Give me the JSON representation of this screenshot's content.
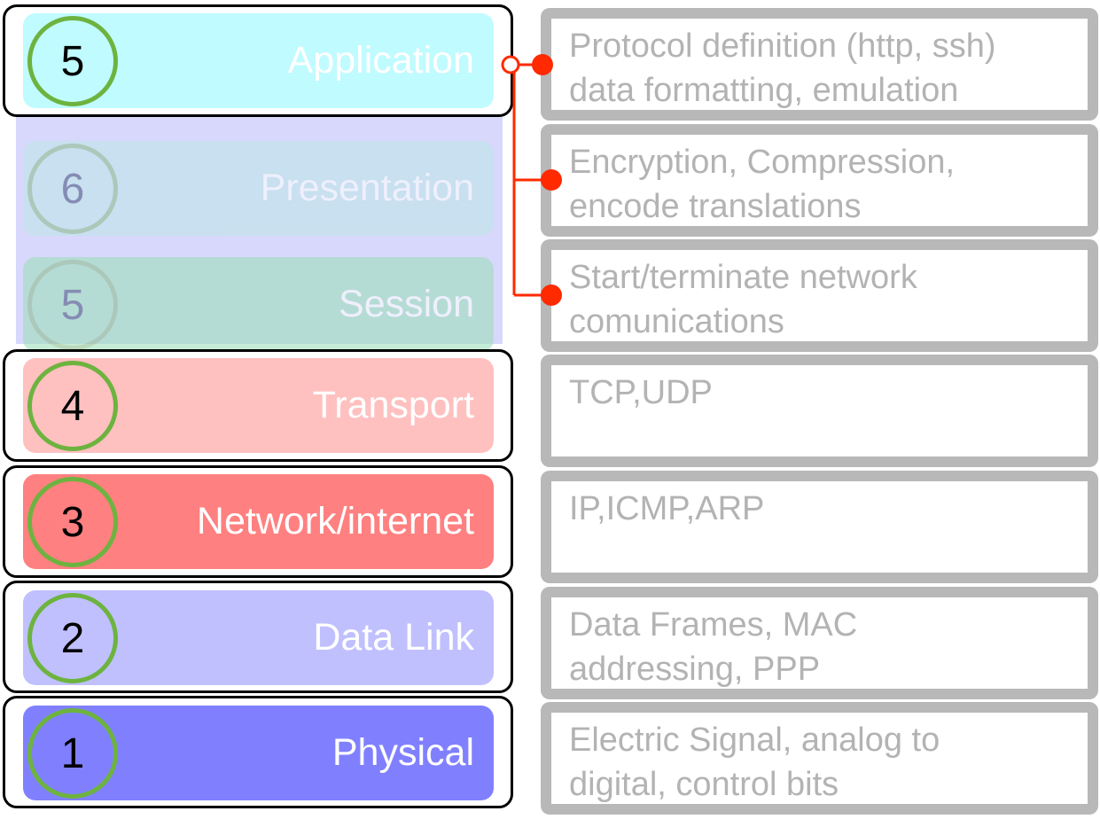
{
  "layers": [
    {
      "number": "5",
      "label": "Application",
      "color": "#c0fbff",
      "faded": false
    },
    {
      "number": "6",
      "label": "Presentation",
      "color": "#bfe6e8",
      "faded": true
    },
    {
      "number": "5",
      "label": "Session",
      "color": "#9fe0bb",
      "faded": true
    },
    {
      "number": "4",
      "label": "Transport",
      "color": "#ffc0c0",
      "faded": false
    },
    {
      "number": "3",
      "label": "Network/internet",
      "color": "#ff8080",
      "faded": false
    },
    {
      "number": "2",
      "label": "Data Link",
      "color": "#c0c0ff",
      "faded": false
    },
    {
      "number": "1",
      "label": "Physical",
      "color": "#8080ff",
      "faded": false
    }
  ],
  "descriptions": [
    {
      "lines": [
        "Protocol definition (http, ssh)",
        "data formatting, emulation"
      ]
    },
    {
      "lines": [
        "Encryption, Compression,",
        "encode translations"
      ]
    },
    {
      "lines": [
        "Start/terminate network",
        "comunications"
      ]
    },
    {
      "lines": [
        "TCP,UDP"
      ]
    },
    {
      "lines": [
        "IP,ICMP,ARP"
      ]
    },
    {
      "lines": [
        "Data Frames, MAC",
        "addressing, PPP"
      ]
    },
    {
      "lines": [
        "Electric Signal, analog to",
        "digital, control bits"
      ]
    }
  ],
  "colors": {
    "circle_border": "#6db33f",
    "connector": "#ff2a00",
    "overlay": "#bcbef8",
    "desc_border": "#b8b8b8",
    "desc_text": "#b3b3b3"
  }
}
